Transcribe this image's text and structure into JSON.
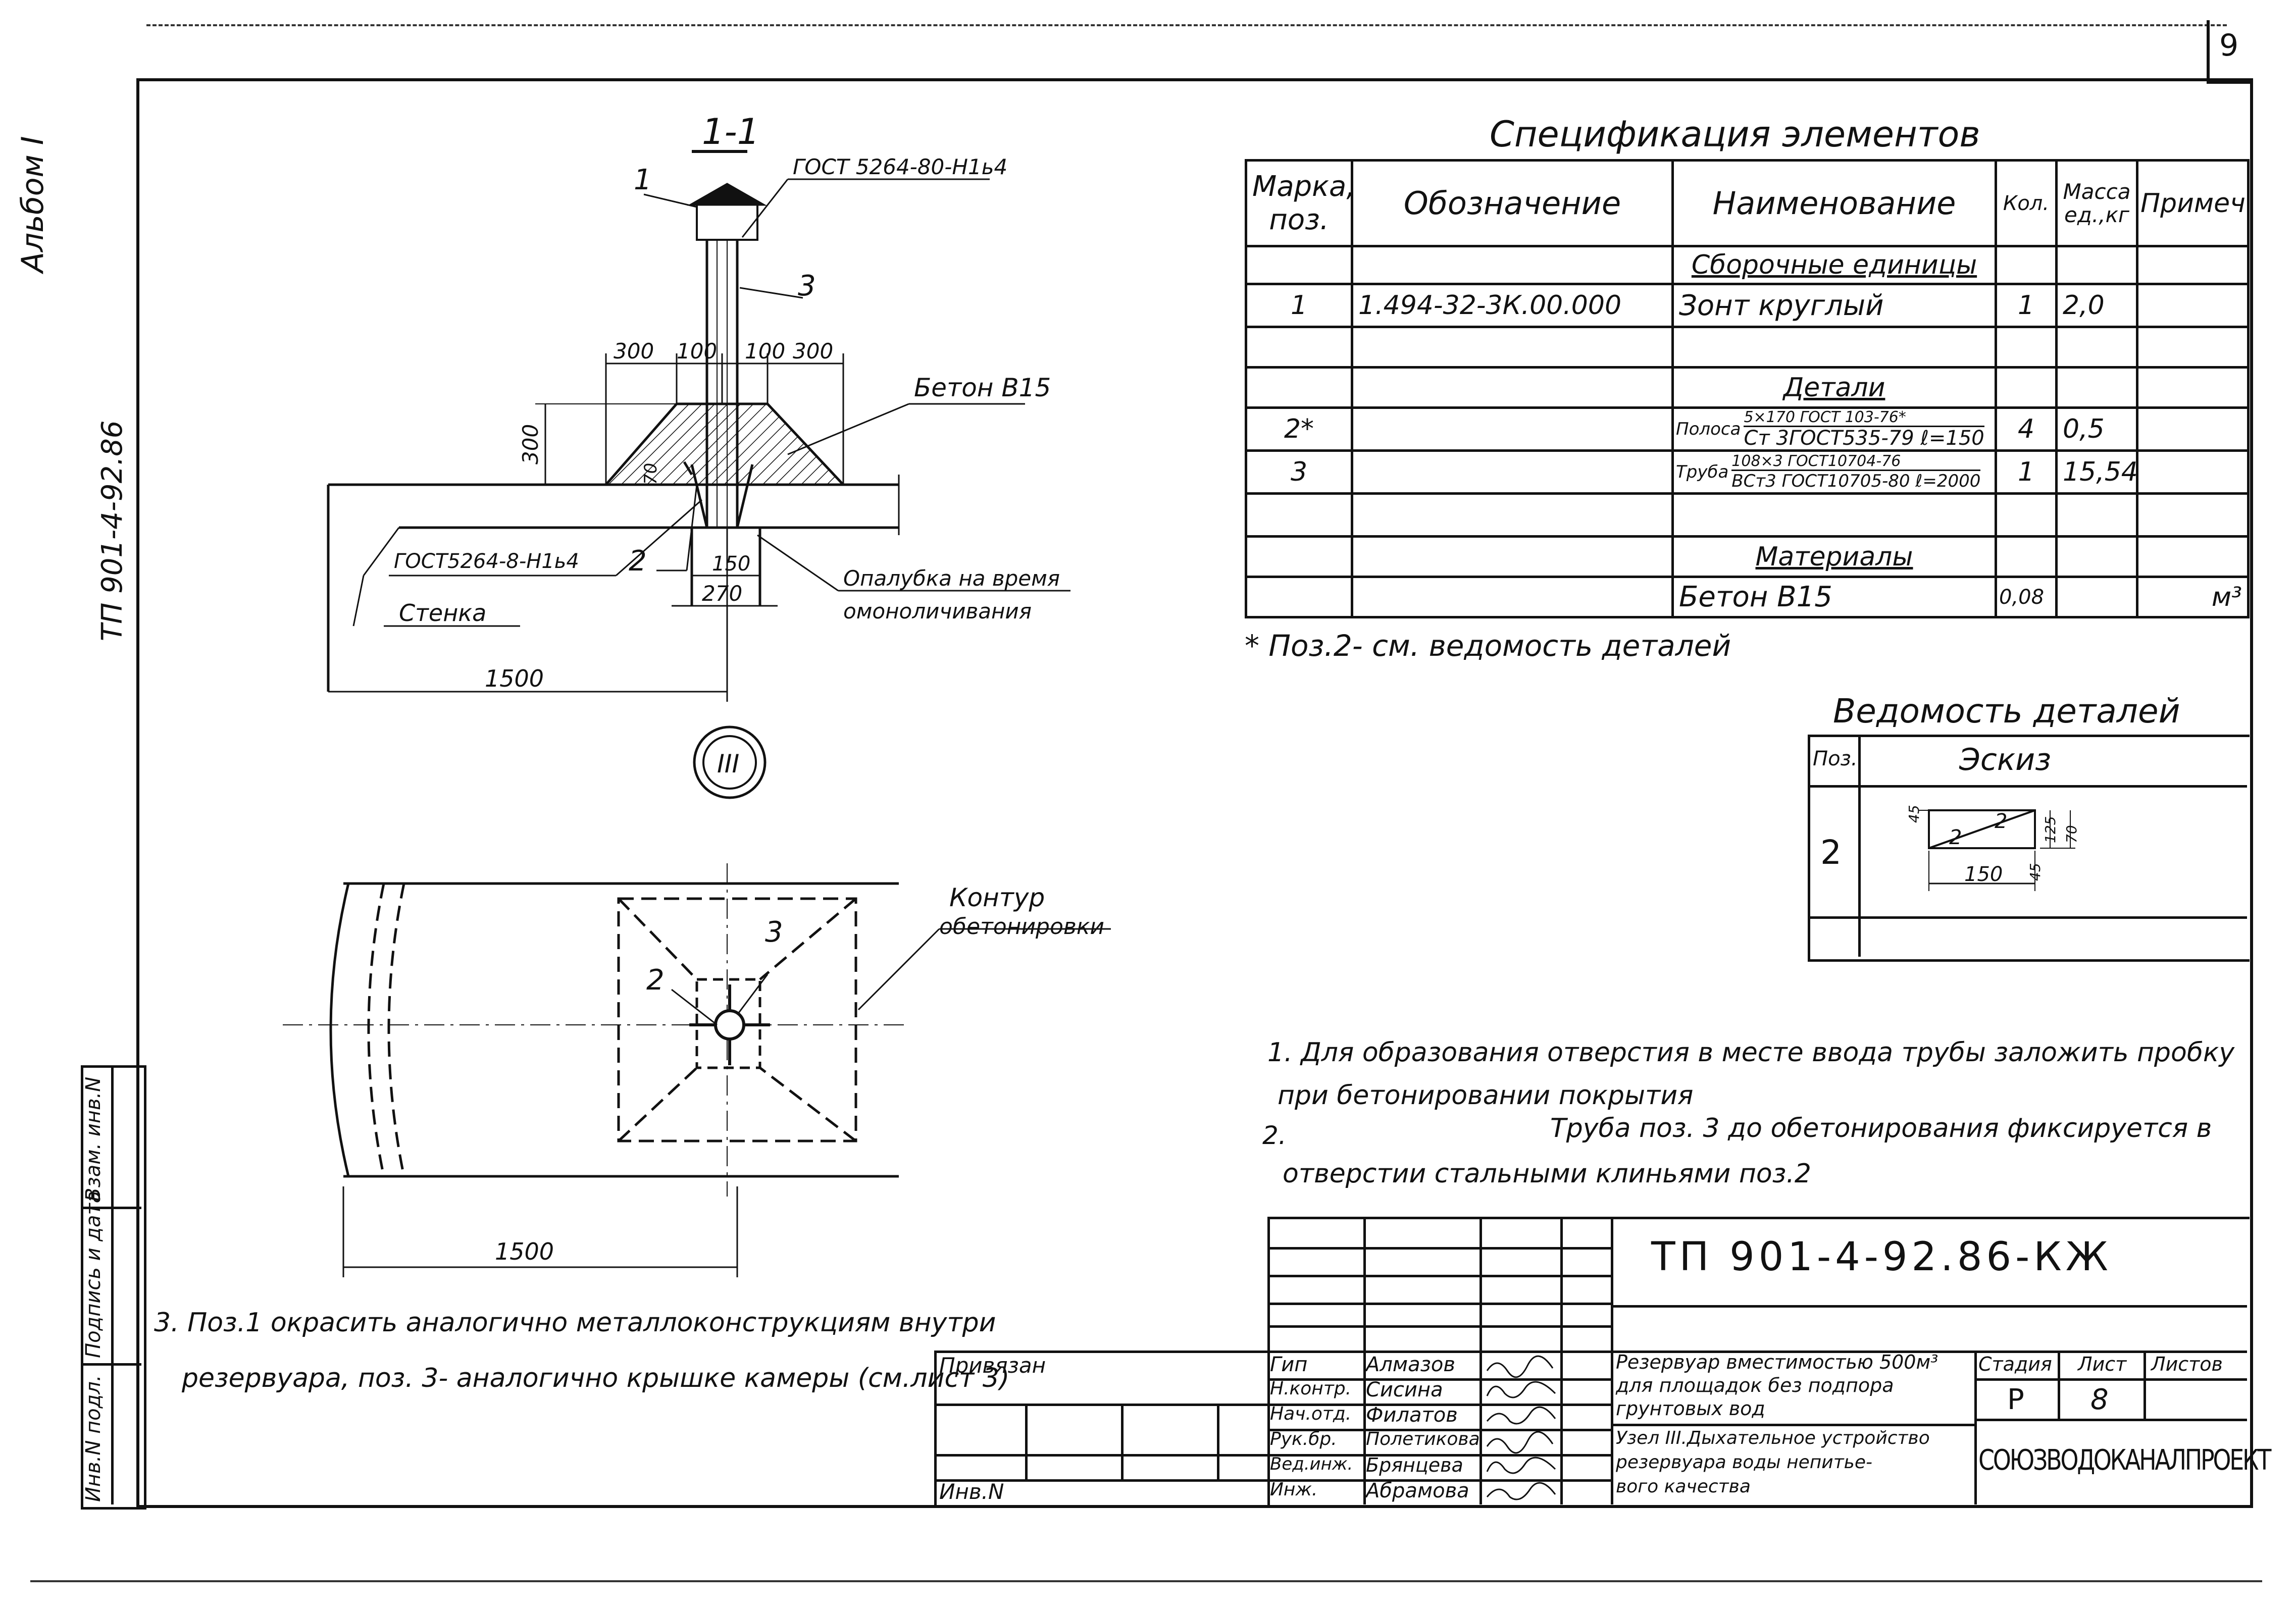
{
  "page_number": "9",
  "side_labels": {
    "album": "Альбом I",
    "code": "ТП 901-4-92.86"
  },
  "side_stamp": {
    "inv_podl": "Инв.N подл.",
    "podpis_data": "Подпись и дата",
    "vzam_inv": "Взам. инв.N"
  },
  "section": {
    "title": "1-1",
    "callout_1": "1",
    "callout_2": "2",
    "callout_3": "3",
    "gost_top": "ГОСТ 5264-80-Н1ь4",
    "gost_left": "ГОСТ5264-8-Н1ь4",
    "beton": "Бетон В15",
    "dim_300a": "300",
    "dim_100a": "100",
    "dim_100b": "100",
    "dim_300b": "300",
    "dim_300v": "300",
    "dim_70": "70",
    "dim_150": "150",
    "dim_270": "270",
    "dim_1500": "1500",
    "opalubka_1": "Опалубка на время",
    "opalubka_2": "омоноличивания",
    "stenka": "Стенка",
    "node_label": "III"
  },
  "plan": {
    "contour_1": "Контур",
    "contour_2": "обетонировки",
    "callout_2": "2",
    "callout_3": "3",
    "dim_1500": "1500"
  },
  "spec": {
    "title": "Спецификация элементов",
    "headers": {
      "mark": "Марка, поз.",
      "designation": "Обозначение",
      "name": "Наименование",
      "qty": "Кол.",
      "mass": "Масса ед.,кг",
      "note": "Примеч."
    },
    "section_assembly": "Сборочные единицы",
    "row1": {
      "mark": "1",
      "designation": "1.494-32-3К.00.000",
      "name": "Зонт круглый",
      "qty": "1",
      "mass": "2,0"
    },
    "section_details": "Детали",
    "row2": {
      "mark": "2*",
      "name_prefix": "Полоса",
      "name_top": "5×170 ГОСТ 103-76*",
      "name_bottom": "Ст 3ГОСТ535-79 ℓ=150",
      "qty": "4",
      "mass": "0,5"
    },
    "row3": {
      "mark": "3",
      "name_prefix": "Труба",
      "name_top": "108×3 ГОСТ10704-76",
      "name_bottom": "ВСт3 ГОСТ10705-80 ℓ=2000",
      "qty": "1",
      "mass": "15,54"
    },
    "section_materials": "Материалы",
    "row4": {
      "name": "Бетон В15",
      "qty": "0,08",
      "note": "м³"
    },
    "footnote": "* Поз.2- см. ведомость деталей"
  },
  "details": {
    "title": "Ведомость деталей",
    "col_pos": "Поз.",
    "col_sketch": "Эскиз",
    "row_pos": "2",
    "sk_label_a": "2",
    "sk_label_b": "2",
    "sk_45a": "45",
    "sk_125": "125",
    "sk_70": "70",
    "sk_45b": "45",
    "sk_150": "150"
  },
  "notes": {
    "n1_line1": "1. Для образования отверстия в месте ввода трубы заложить пробку",
    "n1_line2": "при бетонировании покрытия",
    "n2_num": "2.",
    "n2_line1": "Труба поз. 3 до обетонирования фиксируется в",
    "n2_line2": "отверстии стальными клиньями поз.2",
    "n3_line1": "3. Поз.1 окрасить аналогично металлоконструкциям внутри",
    "n3_line2": "резервуара, поз. 3- аналогично крышке камеры (см.лист 3)"
  },
  "title_block": {
    "doc_code": "ТП 901-4-92.86-КЖ",
    "privyazan": "Привязан",
    "inv": "Инв.N",
    "roles": [
      "Гип",
      "Н.контр.",
      "Нач.отд.",
      "Рук.бр.",
      "Вед.инж.",
      "Инж."
    ],
    "names": [
      "Алмазов",
      "Сисина",
      "Филатов",
      "Полетикова",
      "Брянцева",
      "Абрамова"
    ],
    "title_1": "Резервуар вместимостью 500м³",
    "title_2": "для площадок без подпора",
    "title_3": "грунтовых вод",
    "sub_1": "Узел III.Дыхательное устройство",
    "sub_2": "резервуара воды непитье-",
    "sub_3": "вого качества",
    "col_stage": "Стадия",
    "col_sheet": "Лист",
    "col_sheets": "Листов",
    "stage": "Р",
    "sheet": "8",
    "org": "СОЮЗВОДОКАНАЛПРОЕКТ"
  }
}
